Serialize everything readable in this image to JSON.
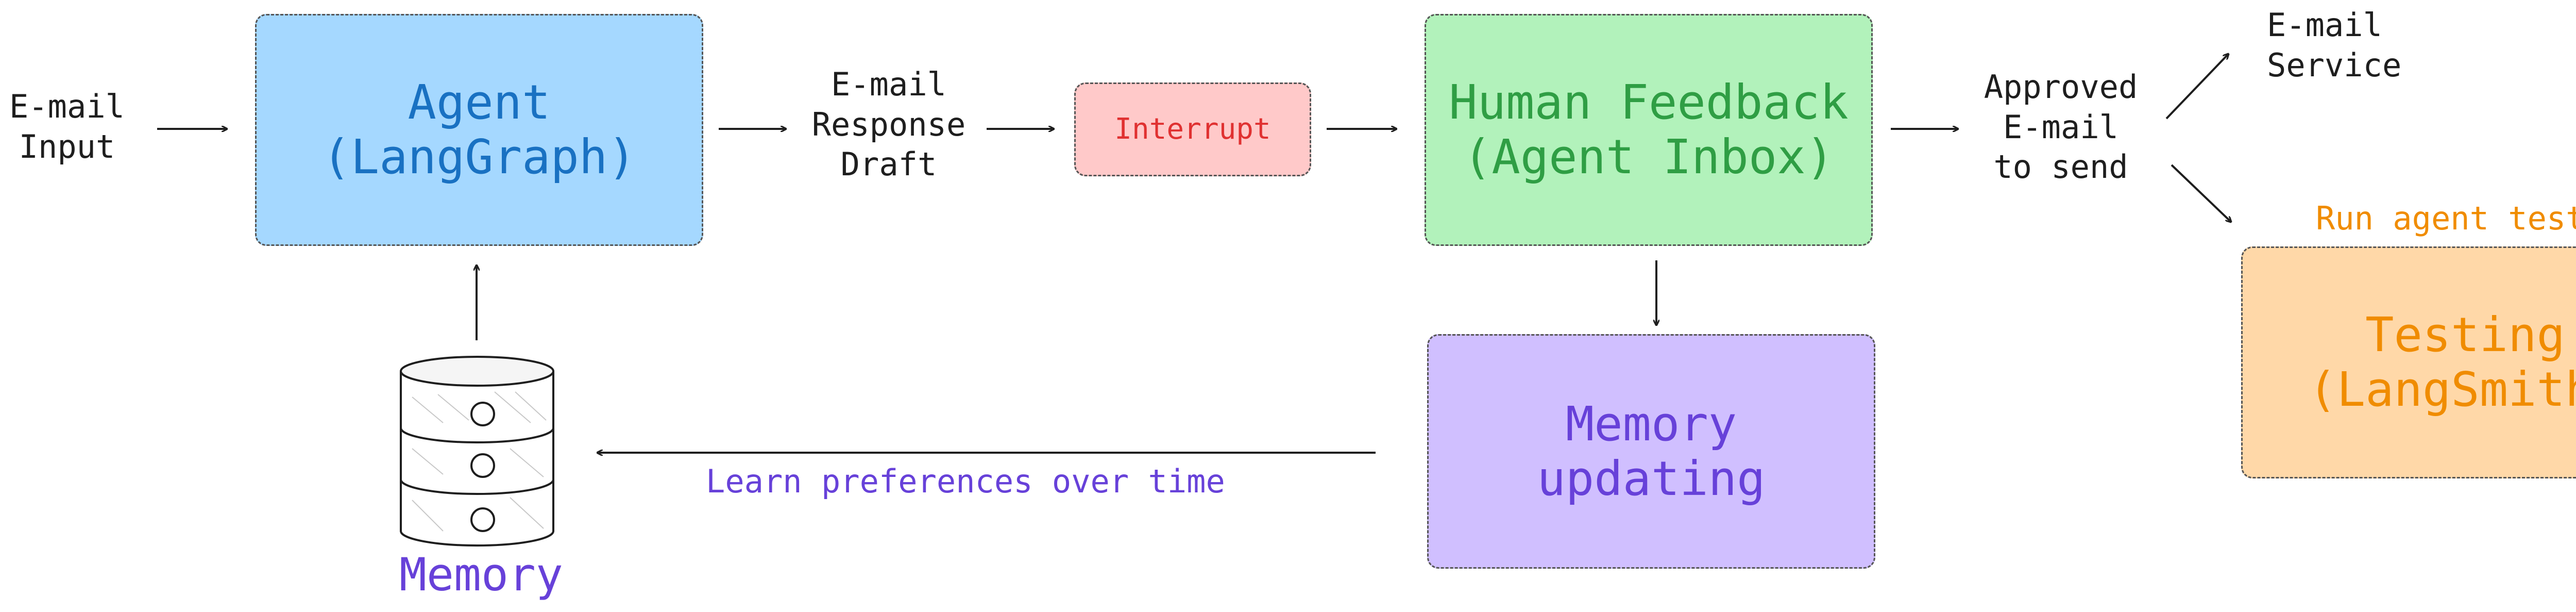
{
  "input": {
    "line1": "E-mail",
    "line2": "Input"
  },
  "agent": {
    "line1": "Agent",
    "line2": "(LangGraph)"
  },
  "draft": {
    "line1": "E-mail",
    "line2": "Response",
    "line3": "Draft"
  },
  "interrupt": {
    "label": "Interrupt"
  },
  "human_feedback": {
    "line1": "Human Feedback",
    "line2": "(Agent Inbox)"
  },
  "approved": {
    "line1": "Approved",
    "line2": "E-mail",
    "line3": "to send"
  },
  "service": {
    "line1": "E-mail",
    "line2": "Service"
  },
  "tests_label": "Run agent tests",
  "testing": {
    "line1": "Testing",
    "line2": "(LangSmith)"
  },
  "memory_updating": {
    "line1": "Memory",
    "line2": "updating"
  },
  "learn_label": "Learn preferences over time",
  "memory_label": "Memory",
  "colors": {
    "agent_fill": "#a5d8ff",
    "agent_text": "#1971c2",
    "interrupt_fill": "#ffc9c9",
    "interrupt_text": "#e03131",
    "feedback_fill": "#b2f2bb",
    "feedback_text": "#2f9e44",
    "memory_fill": "#d0bfff",
    "memory_text": "#6741d9",
    "testing_fill": "#ffd8a8",
    "testing_text": "#f08c00"
  }
}
